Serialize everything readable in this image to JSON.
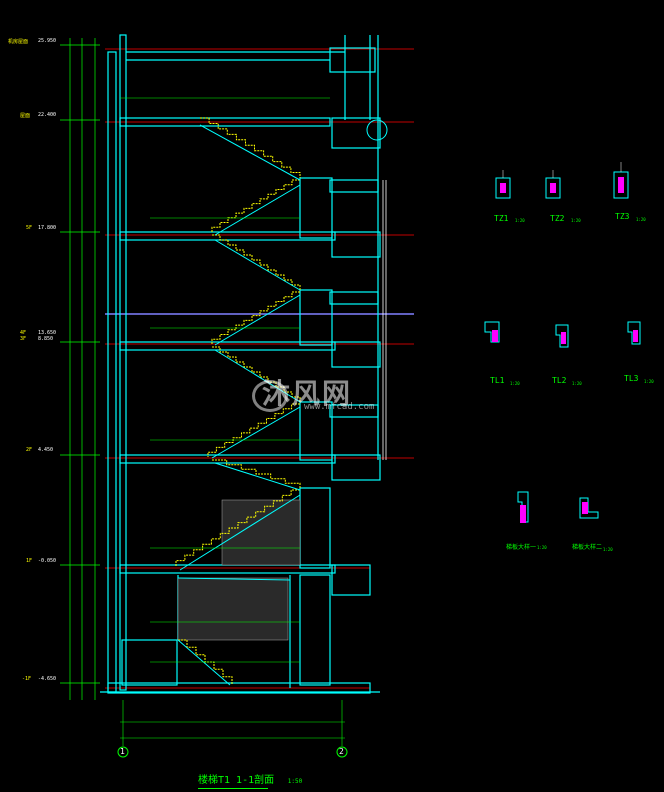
{
  "drawing": {
    "title": "楼梯T1 1-1剖面",
    "title_scale": "1:50",
    "watermark": "沐风网",
    "watermark_url": "www.mfcad.com",
    "axis_left": "1",
    "axis_right": "2"
  },
  "levels": [
    {
      "name": "机房屋面",
      "elev": "25.950"
    },
    {
      "name": "屋面",
      "elev": "22.400"
    },
    {
      "name": "5F",
      "elev": "17.800"
    },
    {
      "name": "4F 3F",
      "elev": "13.650 8.850"
    },
    {
      "name": "2F",
      "elev": "4.450"
    },
    {
      "name": "1F",
      "elev": "-0.050"
    },
    {
      "name": "-1F",
      "elev": "-4.650"
    }
  ],
  "details": [
    {
      "label": "TZ1",
      "scale": "1:20"
    },
    {
      "label": "TZ2",
      "scale": "1:20"
    },
    {
      "label": "TZ3",
      "scale": "1:20"
    },
    {
      "label": "TL1",
      "scale": "1:20"
    },
    {
      "label": "TL2",
      "scale": "1:20"
    },
    {
      "label": "TL3",
      "scale": "1:20"
    },
    {
      "label": "梯板大样一",
      "scale": "1:20"
    },
    {
      "label": "梯板大样二",
      "scale": "1:20"
    }
  ],
  "colors": {
    "background": "#000000",
    "wall": "#00ffff",
    "stair": "#ffff00",
    "dimension": "#00ff00",
    "gridline": "#ff0000",
    "highlight": "#8080ff",
    "rebar": "#ff00ff"
  }
}
